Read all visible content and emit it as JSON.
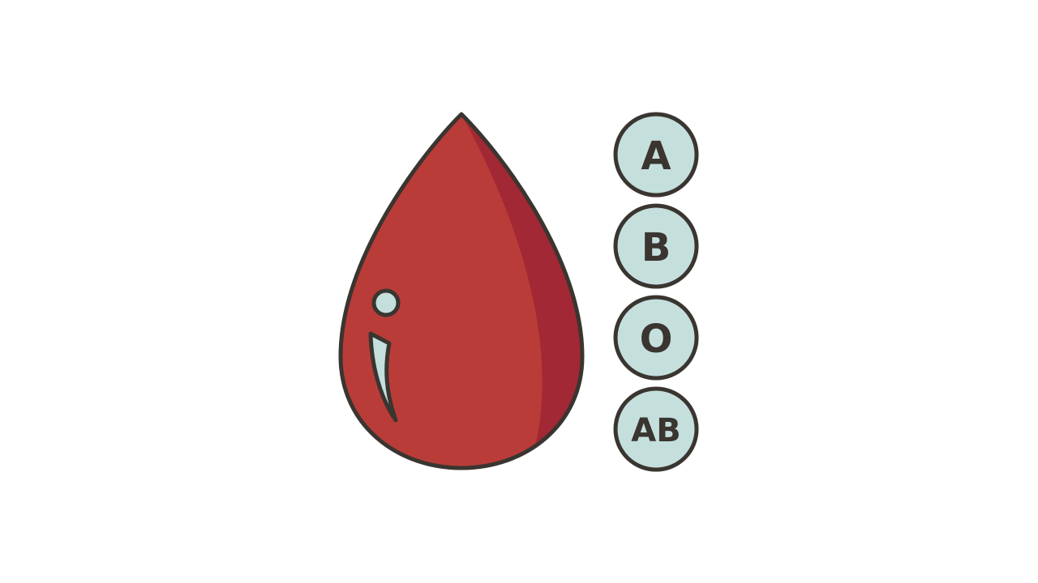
{
  "illustration": {
    "drop": {
      "icon": "blood-drop-icon",
      "fill": "#b93c38",
      "shade": "#a12834",
      "outline": "#3a3530",
      "highlight": "#c5dfdd"
    },
    "badges": {
      "fill": "#c5dfdd",
      "outline": "#3a3530",
      "items": [
        {
          "label": "A"
        },
        {
          "label": "B"
        },
        {
          "label": "O"
        },
        {
          "label": "AB"
        }
      ]
    }
  }
}
